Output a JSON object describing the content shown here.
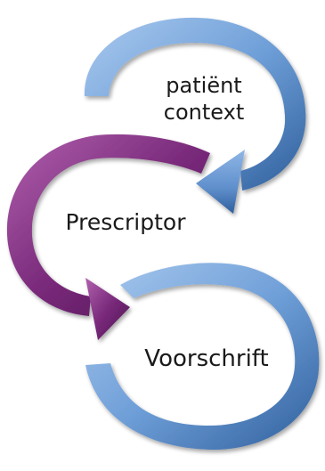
{
  "diagram": {
    "colors": {
      "blue_light": "#a9c9ee",
      "blue_mid": "#6f9fd8",
      "blue_dark": "#2f5f9c",
      "purple_light": "#b061ad",
      "purple_mid": "#7a2a7b",
      "purple_dark": "#4b1250",
      "label_color": "#1a1a1a"
    },
    "nodes": [
      {
        "label_lines": [
          "patiënt",
          "context"
        ]
      },
      {
        "label_lines": [
          "Prescriptor"
        ]
      },
      {
        "label_lines": [
          "Voorschrift"
        ]
      }
    ]
  }
}
